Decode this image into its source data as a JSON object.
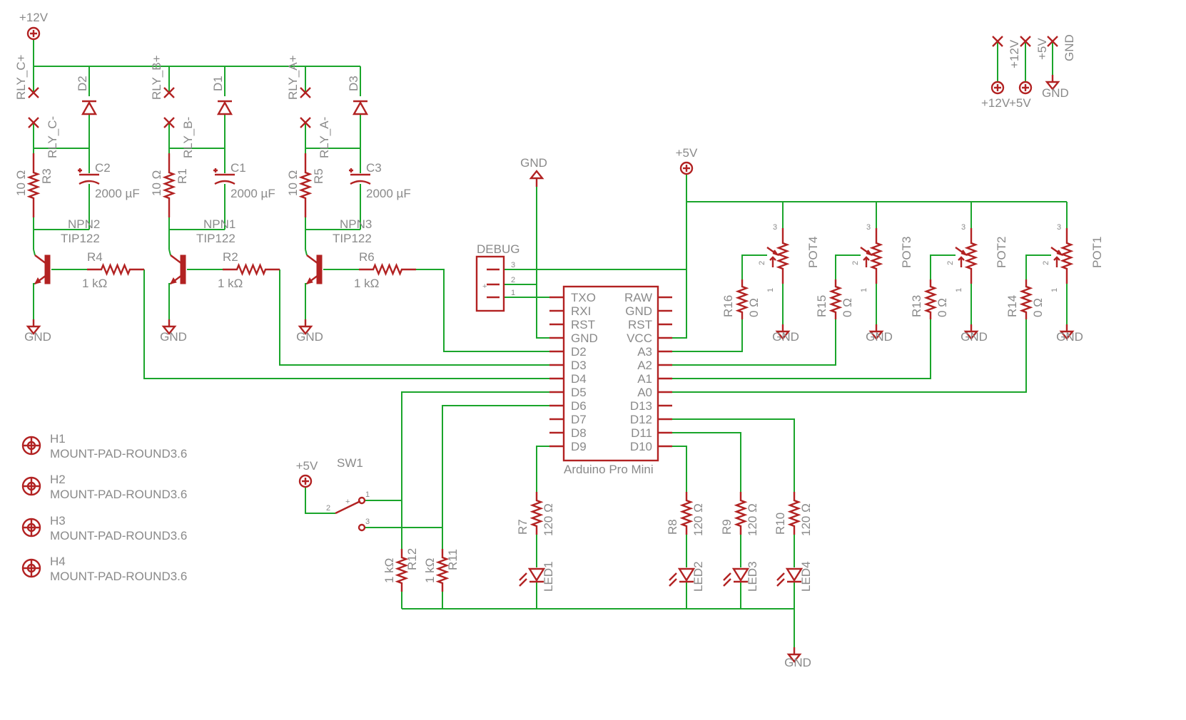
{
  "rails": {
    "v12": "+12V",
    "v5": "+5V",
    "gnd": "GND"
  },
  "relays": [
    {
      "id": "C",
      "pos_label": "RLY_C+",
      "neg_label": "RLY_C-",
      "diode": "D2",
      "cap": "C2",
      "cap_value": "2000 µF",
      "r_gate": "R3",
      "r_gate_value": "10 Ω",
      "transistor": "NPN2",
      "transistor_part": "TIP122",
      "r_base": "R4",
      "r_base_value": "1 kΩ"
    },
    {
      "id": "B",
      "pos_label": "RLY_B+",
      "neg_label": "RLY_B-",
      "diode": "D1",
      "cap": "C1",
      "cap_value": "2000 µF",
      "r_gate": "R1",
      "r_gate_value": "10 Ω",
      "transistor": "NPN1",
      "transistor_part": "TIP122",
      "r_base": "R2",
      "r_base_value": "1 kΩ"
    },
    {
      "id": "A",
      "pos_label": "RLY_A+",
      "neg_label": "RLY_A-",
      "diode": "D3",
      "cap": "C3",
      "cap_value": "2000 µF",
      "r_gate": "R5",
      "r_gate_value": "10 Ω",
      "transistor": "NPN3",
      "transistor_part": "TIP122",
      "r_base": "R6",
      "r_base_value": "1 kΩ"
    }
  ],
  "debug": {
    "name": "DEBUG",
    "pins": [
      "3",
      "2",
      "1"
    ]
  },
  "mcu": {
    "name": "Arduino Pro Mini",
    "left_pins": [
      "TXO",
      "RXI",
      "RST",
      "GND",
      "D2",
      "D3",
      "D4",
      "D5",
      "D6",
      "D7",
      "D8",
      "D9"
    ],
    "right_pins": [
      "RAW",
      "GND",
      "RST",
      "VCC",
      "A3",
      "A2",
      "A1",
      "A0",
      "D13",
      "D12",
      "D11",
      "D10"
    ]
  },
  "pots": [
    {
      "name": "POT4",
      "resistor": "R16",
      "value": "0 Ω",
      "pins": [
        "3",
        "2",
        "1"
      ]
    },
    {
      "name": "POT3",
      "resistor": "R15",
      "value": "0 Ω",
      "pins": [
        "3",
        "2",
        "1"
      ]
    },
    {
      "name": "POT2",
      "resistor": "R13",
      "value": "0 Ω",
      "pins": [
        "3",
        "2",
        "1"
      ]
    },
    {
      "name": "POT1",
      "resistor": "R14",
      "value": "0 Ω",
      "pins": [
        "3",
        "2",
        "1"
      ]
    }
  ],
  "leds": [
    {
      "led": "LED1",
      "resistor": "R7",
      "value": "120 Ω"
    },
    {
      "led": "LED2",
      "resistor": "R8",
      "value": "120 Ω"
    },
    {
      "led": "LED3",
      "resistor": "R9",
      "value": "120 Ω"
    },
    {
      "led": "LED4",
      "resistor": "R10",
      "value": "120 Ω"
    }
  ],
  "switch": {
    "name": "SW1",
    "supply": "+5V",
    "pins": [
      "1",
      "2",
      "3"
    ],
    "plus": "+"
  },
  "pulldowns": [
    {
      "name": "R12",
      "value": "1 kΩ"
    },
    {
      "name": "R11",
      "value": "1 kΩ"
    }
  ],
  "mount_holes": [
    {
      "name": "H1",
      "part": "MOUNT-PAD-ROUND3.6"
    },
    {
      "name": "H2",
      "part": "MOUNT-PAD-ROUND3.6"
    },
    {
      "name": "H3",
      "part": "MOUNT-PAD-ROUND3.6"
    },
    {
      "name": "H4",
      "part": "MOUNT-PAD-ROUND3.6"
    }
  ],
  "power_header": {
    "labels": [
      "+12V",
      "+5V",
      "GND"
    ],
    "symbols": [
      "+12V",
      "+5V",
      "GND"
    ]
  }
}
